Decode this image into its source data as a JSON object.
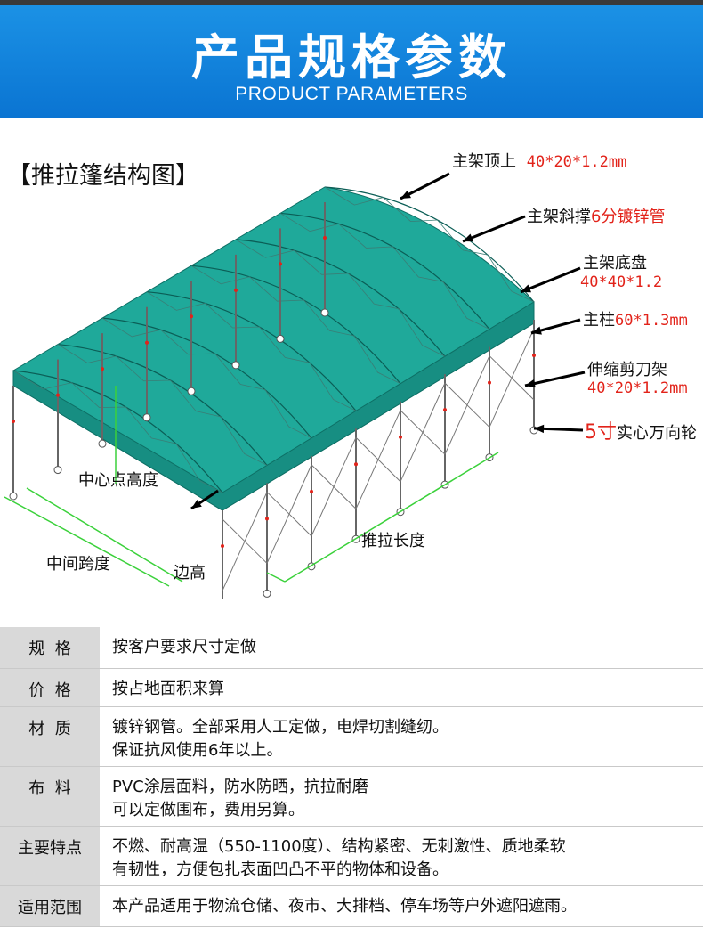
{
  "header": {
    "title": "产品规格参数",
    "subtitle": "PRODUCT PARAMETERS"
  },
  "diagram": {
    "title": "【推拉篷结构图】",
    "labels": {
      "top_frame": {
        "name": "主架顶上",
        "spec": "40*20*1.2mm"
      },
      "brace": {
        "name": "主架斜撑",
        "spec": "6分镀锌管"
      },
      "chassis": {
        "name": "主架底盘",
        "spec": "40*40*1.2"
      },
      "column": {
        "name": "主柱",
        "spec": "60*1.3mm"
      },
      "scissor": {
        "name": "伸缩剪刀架",
        "spec": "40*20*1.2mm"
      },
      "wheel": {
        "num": "5寸",
        "name": "实心万向轮"
      },
      "center_height": "中心点高度",
      "push_length": "推拉长度",
      "middle_span": "中间跨度",
      "side_height": "边高"
    },
    "colors": {
      "canopy": "#1fa99a",
      "frame": "#333333",
      "callout": "#e2231a",
      "dimension": "#3bd13b"
    }
  },
  "specs": [
    {
      "key": "规  格",
      "lines": [
        "按客户要求尺寸定做"
      ]
    },
    {
      "key": "价  格",
      "lines": [
        "按占地面积来算"
      ]
    },
    {
      "key": "材  质",
      "lines": [
        "镀锌钢管。全部采用人工定做，电焊切割缝纫。",
        "保证抗风使用6年以上。"
      ]
    },
    {
      "key": "布  料",
      "lines": [
        "PVC涂层面料，防水防晒，抗拉耐磨",
        "可以定做围布，费用另算。"
      ]
    },
    {
      "key": "主要特点",
      "lines": [
        "不燃、耐高温（550-1100度）、结构紧密、无刺激性、质地柔软",
        "有韧性，方便包扎表面凹凸不平的物体和设备。"
      ]
    },
    {
      "key": "适用范围",
      "lines": [
        "本产品适用于物流仓储、夜市、大排档、停车场等户外遮阳遮雨。"
      ]
    }
  ]
}
